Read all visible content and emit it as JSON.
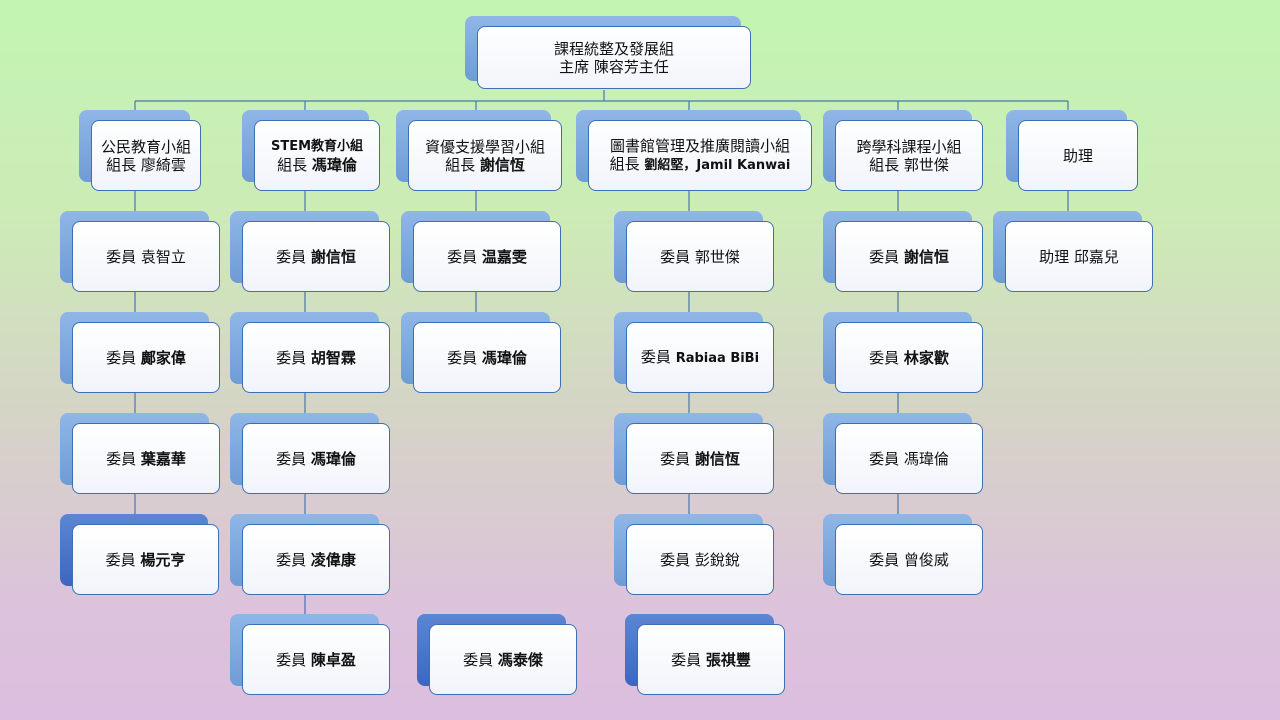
{
  "colors": {
    "line": "#4a73b3",
    "box_border": "#3f6fb3",
    "shadow": "#7aa3dc",
    "shadow_dark": "#4a72c8"
  },
  "top": {
    "title": "課程統整及發展組",
    "subtitle": "主席  陳容芳主任"
  },
  "groups": {
    "civic": {
      "title": "公民教育小組",
      "leader_label": "組長  ",
      "leader_name": "廖綺雲",
      "members": [
        {
          "label": "委員 ",
          "name": "袁智立"
        },
        {
          "label": "委員 ",
          "name": "鄺家偉"
        },
        {
          "label": "委員  ",
          "name": "葉嘉華"
        },
        {
          "label": "委員 ",
          "name": "楊元亨"
        }
      ]
    },
    "stem": {
      "title": "STEM教育小組",
      "leader_label": "組長  ",
      "leader_name": "馮瑋倫",
      "members": [
        {
          "label": "委員  ",
          "name": "謝信恒"
        },
        {
          "label": "委員  ",
          "name": "胡智霖"
        },
        {
          "label": "委員  ",
          "name": "馮瑋倫"
        },
        {
          "label": "委員 ",
          "name": "凌偉康"
        },
        {
          "label": "委員  ",
          "name": "陳卓盈"
        }
      ]
    },
    "gifted": {
      "title": "資優支援學習小組",
      "leader_label": "組長  ",
      "leader_name": "謝信恆",
      "members": [
        {
          "label": "委員 ",
          "name": "温嘉雯"
        },
        {
          "label": "委員  ",
          "name": "馮瑋倫"
        },
        {
          "label": "委員  ",
          "name": "馮泰傑"
        }
      ]
    },
    "library": {
      "title": "圖書館管理及推廣閱讀小組",
      "leader_label": "組長  ",
      "leader_name": "劉紹堅，Jamil Kanwai",
      "members": [
        {
          "label": "委員  ",
          "name": "郭世傑"
        },
        {
          "label": "委員 ",
          "name": "Rabiaa BiBi"
        },
        {
          "label": "委員  ",
          "name": "謝信恆"
        },
        {
          "label": "委員  ",
          "name": "彭銳銳"
        },
        {
          "label": "委員  ",
          "name": "張祺豐"
        }
      ]
    },
    "cross": {
      "title": "跨學科課程小組",
      "leader_label": "組長  ",
      "leader_name": "郭世傑",
      "members": [
        {
          "label": "委員  ",
          "name": "謝信恒"
        },
        {
          "label": "委員  ",
          "name": "林家歡"
        },
        {
          "label": "委員  ",
          "name": "馮瑋倫"
        },
        {
          "label": "委員  ",
          "name": "曾俊威"
        }
      ]
    },
    "assistant": {
      "title": "助理",
      "members": [
        {
          "label": "助理  ",
          "name": "邱嘉兒"
        }
      ]
    }
  }
}
